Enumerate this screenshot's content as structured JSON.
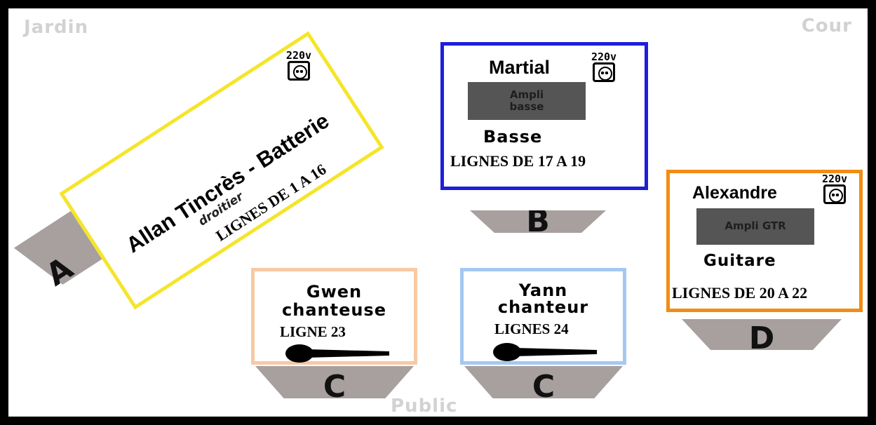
{
  "corners": {
    "jardin": "Jardin",
    "cour": "Cour",
    "public": "Public"
  },
  "power_label": "220v",
  "batterie": {
    "name": "Allan Tincrès - Batterie",
    "sub": "droitier",
    "lines": "LIGNES DE 1 A 16",
    "marker": "A",
    "color": "#f5e52a"
  },
  "basse": {
    "name": "Martial",
    "amp": "Ampli basse",
    "instrument": "Basse",
    "lines": "LIGNES DE 17 A 19",
    "marker": "B",
    "color": "#1d1fd8"
  },
  "guitare": {
    "name": "Alexandre",
    "amp": "Ampli GTR",
    "instrument": "Guitare",
    "lines": "LIGNES DE 20 A 22",
    "marker": "D",
    "color": "#f28c14"
  },
  "chant_f": {
    "name": "Gwen",
    "role": "chanteuse",
    "lines": "LIGNE 23",
    "marker": "C",
    "color": "#f7c9a5"
  },
  "chant_m": {
    "name": "Yann",
    "role": "chanteur",
    "lines": "LIGNES 24",
    "marker": "C",
    "color": "#a4c8f2"
  }
}
